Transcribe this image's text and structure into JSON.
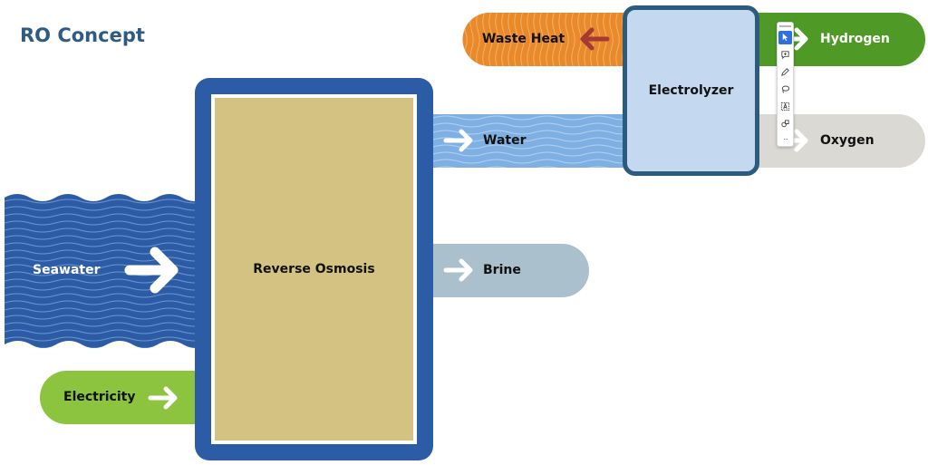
{
  "title": "RO Concept",
  "nodes": {
    "reverse_osmosis": {
      "label": "Reverse Osmosis",
      "border_color": "#2d5ca6",
      "fill_color": "#d3c281"
    },
    "electrolyzer": {
      "label": "Electrolyzer",
      "border_color": "#2c5b7e",
      "fill_color": "#c4d8f0"
    }
  },
  "flows": {
    "seawater": {
      "label": "Seawater",
      "color": "#2d5ca6",
      "direction": "right",
      "pattern": "waves"
    },
    "electricity": {
      "label": "Electricity",
      "color": "#8dc43f",
      "direction": "right"
    },
    "water": {
      "label": "Water",
      "color": "#7fb0e3",
      "direction": "right",
      "pattern": "waves"
    },
    "brine": {
      "label": "Brine",
      "color": "#aac0cd",
      "direction": "right"
    },
    "waste_heat": {
      "label": "Waste Heat",
      "color": "#e9892a",
      "arrow_color": "#a53a35",
      "direction": "left",
      "pattern": "waves"
    },
    "hydrogen": {
      "label": "Hydrogen",
      "color": "#4f9a26",
      "direction": "right"
    },
    "oxygen": {
      "label": "Oxygen",
      "color": "#dad9d3",
      "direction": "right"
    }
  },
  "toolbar": {
    "tools": [
      {
        "name": "select",
        "icon": "cursor-icon",
        "active": true
      },
      {
        "name": "comment",
        "icon": "comment-add-icon",
        "active": false
      },
      {
        "name": "draw",
        "icon": "pencil-icon",
        "active": false
      },
      {
        "name": "lasso",
        "icon": "lasso-icon",
        "active": false
      },
      {
        "name": "text-select",
        "icon": "text-box-icon",
        "active": false
      },
      {
        "name": "shapes",
        "icon": "shapes-icon",
        "active": false
      }
    ],
    "more_label": "..."
  }
}
